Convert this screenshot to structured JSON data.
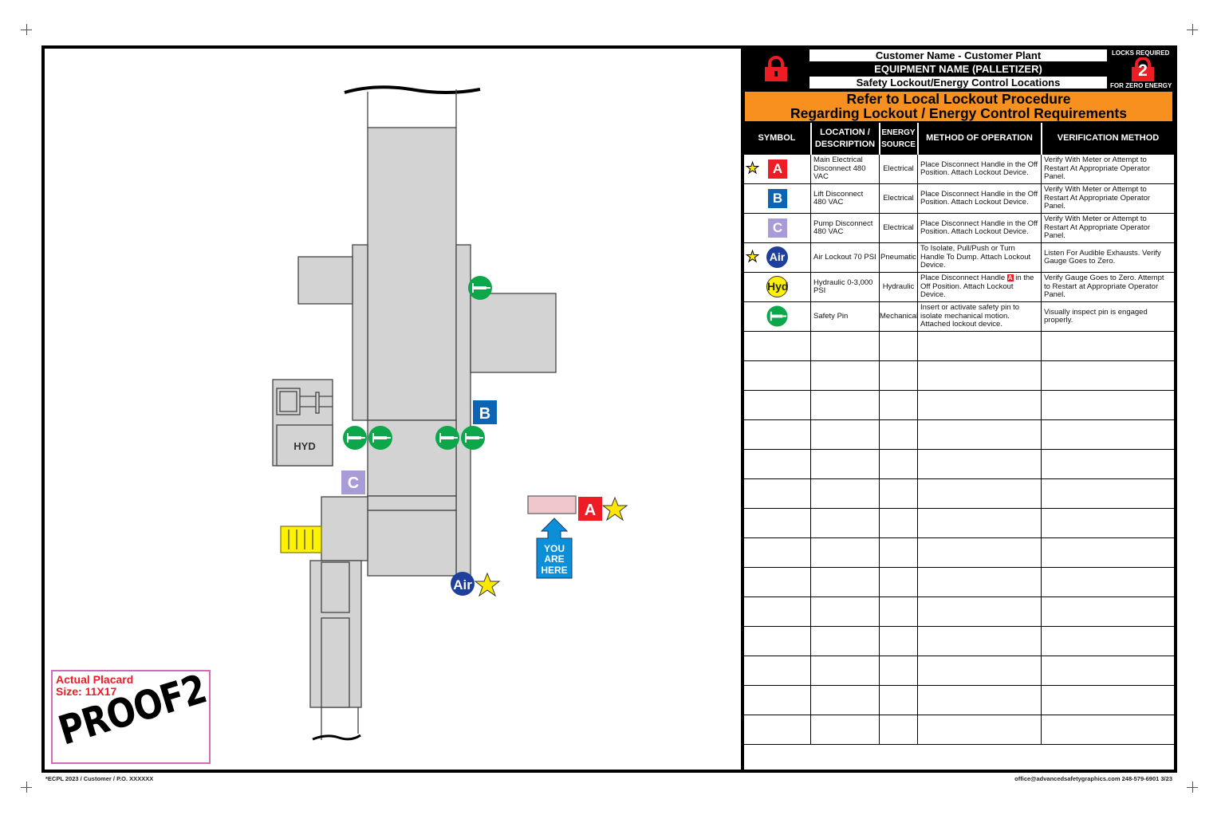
{
  "header": {
    "customer": "Customer Name - Customer Plant",
    "equipment": "EQUIPMENT NAME (PALLETIZER)",
    "subtitle": "Safety Lockout/Energy Control Locations",
    "locks_label_top": "LOCKS REQUIRED",
    "locks_count": "2",
    "locks_label_bottom": "FOR ZERO ENERGY",
    "notice_line1": "Refer to Local Lockout Procedure",
    "notice_line2": "Regarding Lockout / Energy Control Requirements",
    "brand_red": "#ee1c25",
    "notice_color": "#f7901e"
  },
  "table": {
    "columns": [
      "SYMBOL",
      "LOCATION / DESCRIPTION",
      "ENERGY SOURCE",
      "METHOD OF OPERATION",
      "VERIFICATION METHOD"
    ],
    "rows": [
      {
        "symbol": "A",
        "symbol_type": "red-square",
        "star": true,
        "location": "Main Electrical Disconnect 480 VAC",
        "source": "Electrical",
        "method": "Place Disconnect Handle in the Off Position. Attach Lockout Device.",
        "verification": "Verify With Meter or Attempt to Restart At Appropriate Operator Panel."
      },
      {
        "symbol": "B",
        "symbol_type": "blue-square",
        "star": false,
        "location": "Lift Disconnect 480 VAC",
        "source": "Electrical",
        "method": "Place Disconnect Handle in the Off Position. Attach Lockout Device.",
        "verification": "Verify With Meter or Attempt to Restart At Appropriate Operator Panel."
      },
      {
        "symbol": "C",
        "symbol_type": "purple-square",
        "star": false,
        "location": "Pump Disconnect 480 VAC",
        "source": "Electrical",
        "method": "Place Disconnect Handle in the Off Position. Attach Lockout Device.",
        "verification": "Verify With Meter or Attempt to Restart At Appropriate Operator Panel."
      },
      {
        "symbol": "Air",
        "symbol_type": "blue-circle",
        "star": true,
        "location": "Air Lockout 70 PSI",
        "source": "Pneumatic",
        "method": "To Isolate, Pull/Push or Turn Handle To Dump. Attach Lockout Device.",
        "verification": "Listen For Audible Exhausts. Verify Gauge Goes to Zero."
      },
      {
        "symbol": "Hyd",
        "symbol_type": "yellow-circle",
        "star": false,
        "location": "Hydraulic 0-3,000 PSI",
        "source": "Hydraulic",
        "method_pre": "Place Disconnect Handle",
        "method_badge": "A",
        "method_post": "in the Off Position.  Attach Lockout Device.",
        "verification": "Verify Gauge Goes to Zero. Attempt to Restart at Appropriate Operator Panel."
      },
      {
        "symbol": "",
        "symbol_type": "green-pin-circle",
        "star": false,
        "location": "Safety Pin",
        "source": "Mechanical",
        "method": "Insert or activate safety pin to isolate mechanical motion. Attached lockout device.",
        "verification": "Visually inspect pin is engaged properly."
      }
    ]
  },
  "diagram": {
    "hyd_label": "HYD",
    "label_a": "A",
    "label_b": "B",
    "label_c": "C",
    "label_air": "Air",
    "you_are_here": [
      "YOU",
      "ARE",
      "HERE"
    ]
  },
  "proof": {
    "line1": "Actual Placard",
    "line2": "Size: 11X17",
    "stamp": "PROOF2"
  },
  "footer": {
    "left": "*ECPL 2023 / Customer / P.O. XXXXXX",
    "right": "office@advancedsafetygraphics.com 248-579-6901 3/23"
  }
}
